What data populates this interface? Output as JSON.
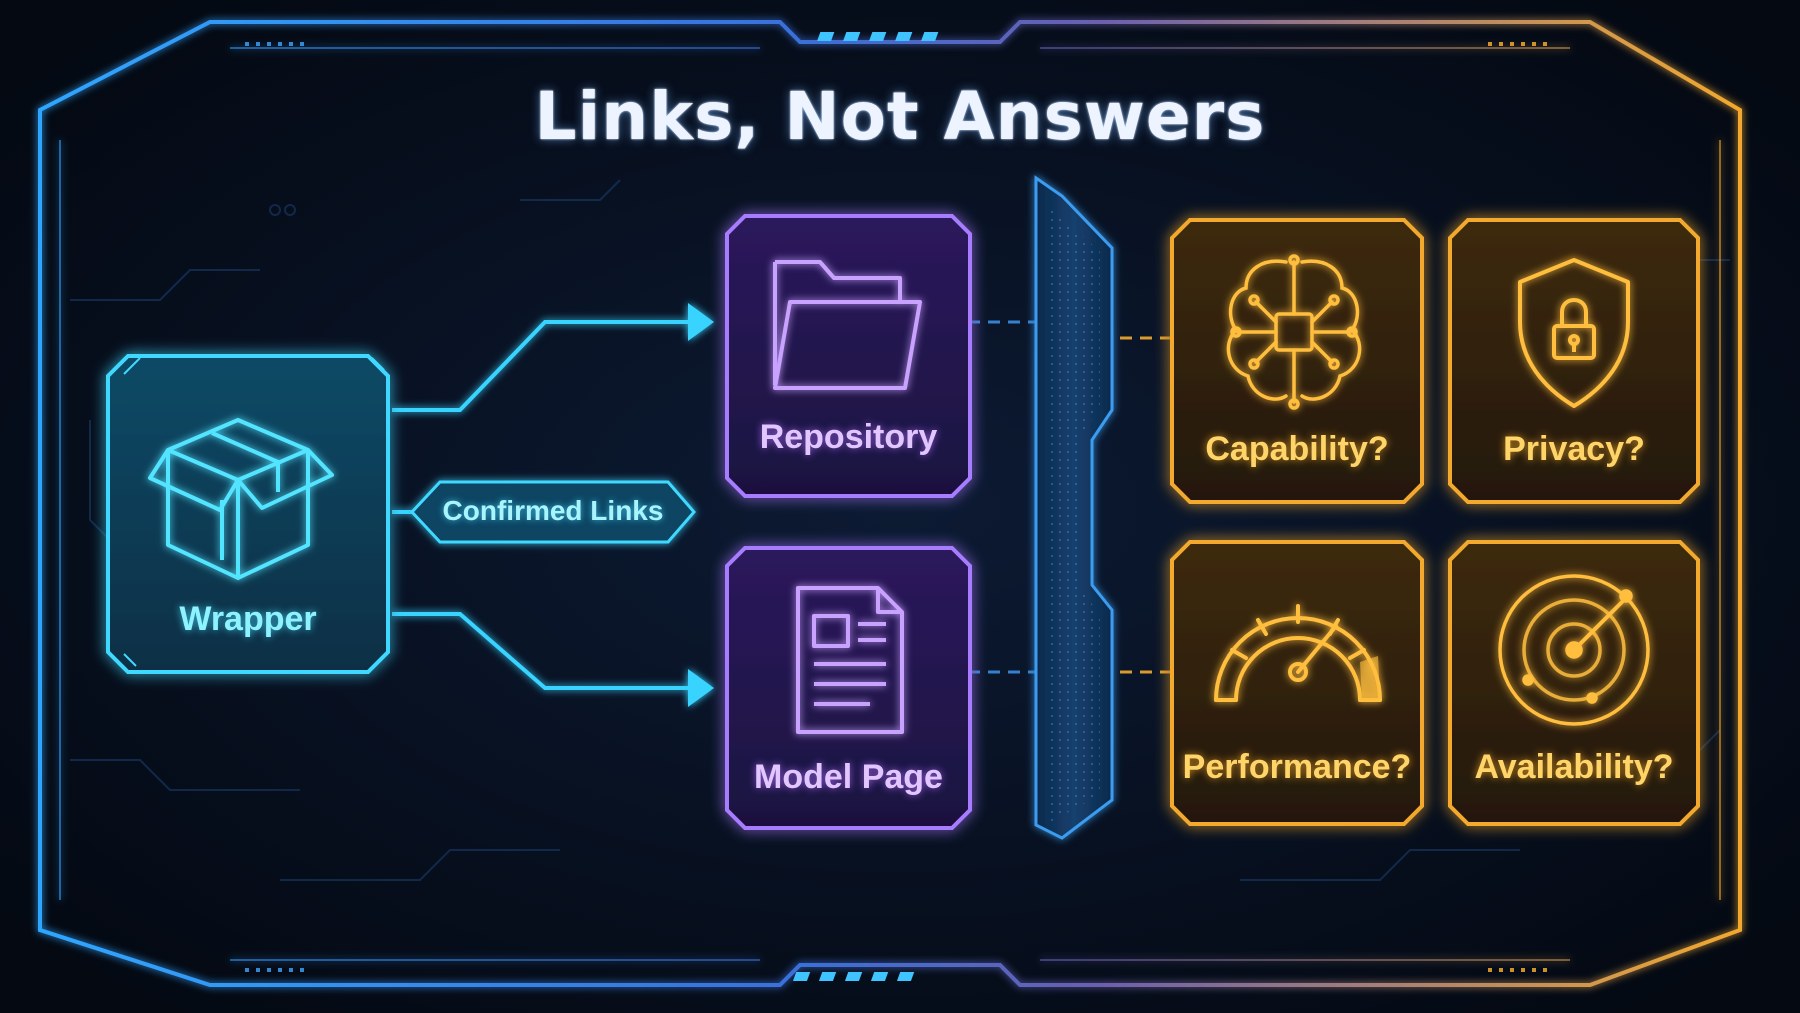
{
  "title": "Links, Not Answers",
  "wrapper": {
    "label": "Wrapper",
    "icon": "box-icon"
  },
  "connector": {
    "label": "Confirmed Links"
  },
  "sources": [
    {
      "label": "Repository",
      "icon": "folder-icon"
    },
    {
      "label": "Model Page",
      "icon": "document-icon"
    }
  ],
  "questions": [
    {
      "label": "Capability?",
      "icon": "brain-chip-icon"
    },
    {
      "label": "Privacy?",
      "icon": "shield-lock-icon"
    },
    {
      "label": "Performance?",
      "icon": "speedometer-icon"
    },
    {
      "label": "Availability?",
      "icon": "radar-icon"
    }
  ],
  "colors": {
    "background": "#050b16",
    "cyan": "#3fd8ff",
    "purple": "#a77bff",
    "gold": "#f2a92e",
    "barrier": "#2f7fd0"
  }
}
